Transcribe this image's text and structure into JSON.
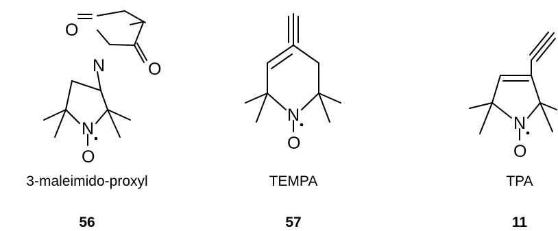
{
  "atoms": {
    "nitrogen": "N",
    "oxygen": "O"
  },
  "compounds": [
    {
      "name": "3-maleimido-proxyl",
      "number": "56"
    },
    {
      "name": "TEMPA",
      "number": "57"
    },
    {
      "name": "TPA",
      "number": "11"
    }
  ]
}
